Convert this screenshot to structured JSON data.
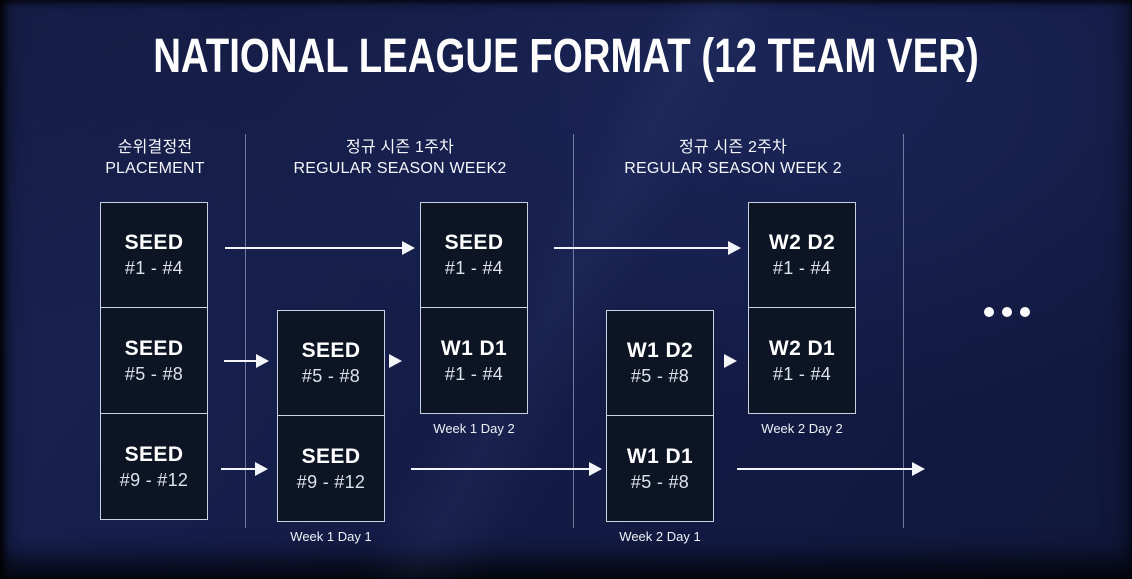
{
  "title": "NATIONAL LEAGUE FORMAT (12 TEAM VER)",
  "columns": [
    {
      "kr": "순위결정전",
      "en": "PLACEMENT"
    },
    {
      "kr": "정규 시즌 1주차",
      "en": "REGULAR SEASON WEEK2"
    },
    {
      "kr": "정규 시즌 2주차",
      "en": "REGULAR SEASON WEEK 2"
    }
  ],
  "groups": [
    {
      "name": "placement-stack",
      "boxes": [
        {
          "title": "SEED",
          "range": "#1 - #4"
        },
        {
          "title": "SEED",
          "range": "#5 - #8"
        },
        {
          "title": "SEED",
          "range": "#9 - #12"
        }
      ]
    },
    {
      "name": "week1-day1",
      "label": "Week 1 Day 1",
      "boxes": [
        {
          "title": "SEED",
          "range": "#5 - #8"
        },
        {
          "title": "SEED",
          "range": "#9 - #12"
        }
      ]
    },
    {
      "name": "week1-day2",
      "label": "Week 1 Day 2",
      "boxes": [
        {
          "title": "SEED",
          "range": "#1 - #4"
        },
        {
          "title": "W1 D1",
          "range": "#1 - #4"
        }
      ]
    },
    {
      "name": "week2-day1",
      "label": "Week 2 Day 1",
      "boxes": [
        {
          "title": "W1 D2",
          "range": "#5 - #8"
        },
        {
          "title": "W1 D1",
          "range": "#5 - #8"
        }
      ]
    },
    {
      "name": "week2-day2",
      "label": "Week 2 Day 2",
      "boxes": [
        {
          "title": "W2 D2",
          "range": "#1 - #4"
        },
        {
          "title": "W2 D1",
          "range": "#1 - #4"
        }
      ]
    }
  ],
  "more_indicator": "ellipsis-dots",
  "colors": {
    "background": "#151d49",
    "box_fill": "#0d1423",
    "box_border": "#c9d2e0",
    "arrow": "#f3f5f9",
    "divider": "#bac8e2",
    "text": "#ffffff"
  }
}
